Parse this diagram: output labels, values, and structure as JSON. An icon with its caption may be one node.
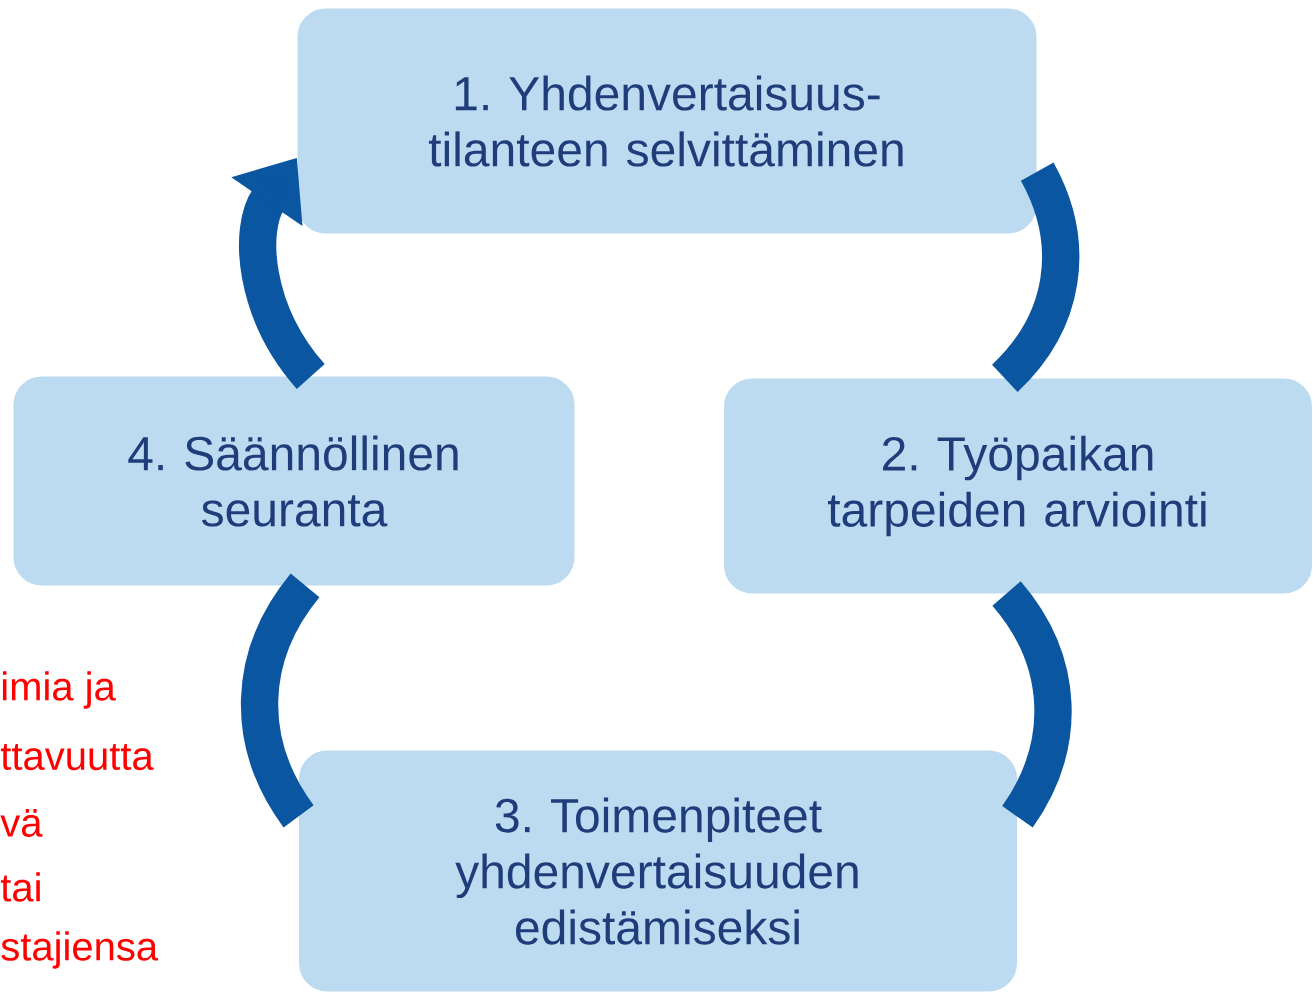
{
  "diagram": {
    "nodes": [
      {
        "text": [
          "1. Yhdenvertaisuus- tilanteen selvittäminen"
        ]
      },
      {
        "text": [
          "2. Työpaikan tarpeiden arviointi"
        ]
      },
      {
        "text": [
          "3. Toimenpiteet yhdenvertaisuuden edistämiseksi"
        ]
      },
      {
        "text": [
          "4. Säännöllinen seuranta"
        ]
      }
    ],
    "edges": [
      {
        "from": 0,
        "to": 1,
        "arrow": "none"
      },
      {
        "from": 1,
        "to": 2,
        "arrow": "none"
      },
      {
        "from": 2,
        "to": 3,
        "arrow": "none"
      },
      {
        "from": 3,
        "to": 0,
        "arrow": "to"
      }
    ],
    "labels": [
      "imia ja",
      "ttavuutta",
      "vä",
      "tai",
      "stajiensa"
    ]
  }
}
